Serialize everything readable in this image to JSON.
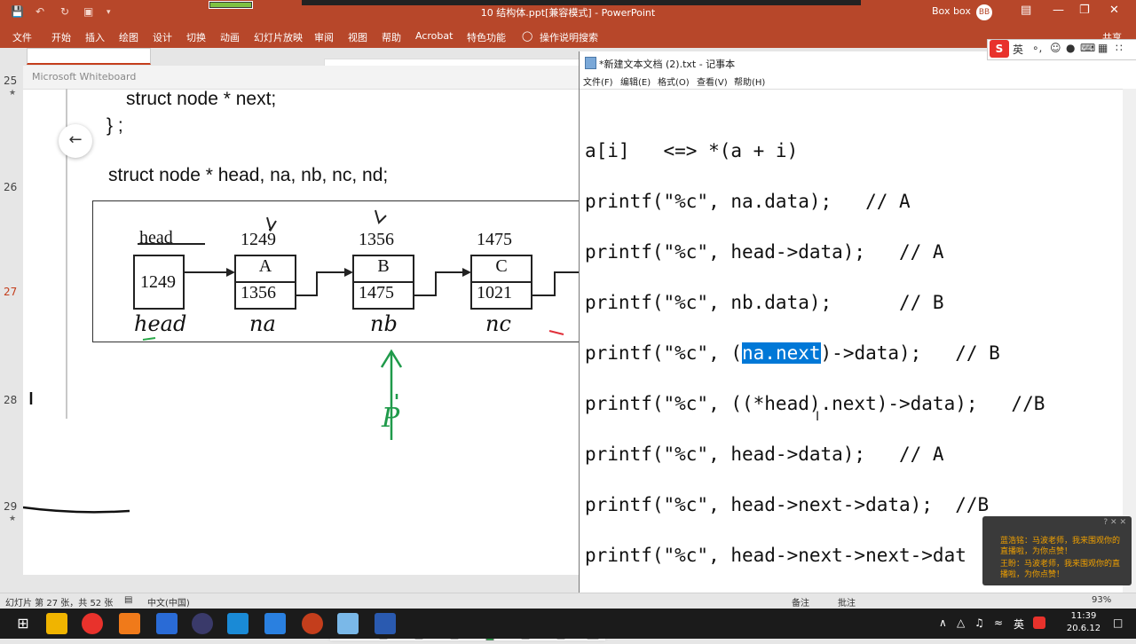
{
  "powerpoint": {
    "title": "10 结构体.ppt[兼容模式] - PowerPoint",
    "user": "Box box",
    "user_initials": "BB",
    "ribbon_tabs": [
      "文件",
      "开始",
      "插入",
      "绘图",
      "设计",
      "切换",
      "动画",
      "幻灯片放映",
      "审阅",
      "视图",
      "帮助",
      "Acrobat",
      "特色功能"
    ],
    "tell_me": "操作说明搜索",
    "share": "共享",
    "slide_numbers": [
      "25",
      "26",
      "27",
      "28",
      "29"
    ],
    "status": {
      "slide_info": "幻灯片 第 27 张，共 52 张",
      "language": "中文(中国)",
      "notes": "备注",
      "comments": "批注",
      "zoom": "93%"
    }
  },
  "whiteboard": {
    "app_title": "Microsoft Whiteboard",
    "code_lines": [
      "struct node * next;",
      "} ;",
      "struct node * head, na, nb, nc, nd;"
    ],
    "diagram": {
      "top_labels": [
        "head",
        "1249",
        "1356",
        "1475"
      ],
      "head_box_value": "1249",
      "nodes": [
        {
          "data": "A",
          "next": "1356"
        },
        {
          "data": "B",
          "next": "1475"
        },
        {
          "data": "C",
          "next": "1021"
        }
      ],
      "handwritten": [
        "head",
        "na",
        "nb",
        "nc",
        "P"
      ]
    }
  },
  "notepad": {
    "title": "*新建文本文档 (2).txt - 记事本",
    "menu": [
      "文件(F)",
      "编辑(E)",
      "格式(O)",
      "查看(V)",
      "帮助(H)"
    ],
    "lines": [
      "a[i]   <=> *(a + i)",
      "printf(\"%c\", na.data);   // A",
      "printf(\"%c\", head->data);   // A",
      "printf(\"%c\", nb.data);      // B",
      "printf(\"%c\", ((*head).next)->data);   //B",
      "printf(\"%c\", head->data);   // A",
      "printf(\"%c\", head->next->data);  //B",
      "printf(\"%c\", head->next->next->dat"
    ],
    "selected_line": {
      "before": "printf(\"%c\", (",
      "selected": "na.next",
      "after": ")->data);   // B"
    }
  },
  "ime": {
    "logo": "S",
    "mode": "英"
  },
  "chat": {
    "messages": [
      "蓝浩铭：马波老师，我来围观你的直播啦，为你点赞！",
      "王盼：马波老师，我来围观你的直播啦，为你点赞！"
    ]
  },
  "taskbar": {
    "time": "11:39",
    "date": "20.6.12",
    "lang": "英"
  },
  "colors": {
    "ppt_accent": "#b7472a",
    "selection": "#0078d7",
    "chat_text": "#f0a000"
  }
}
